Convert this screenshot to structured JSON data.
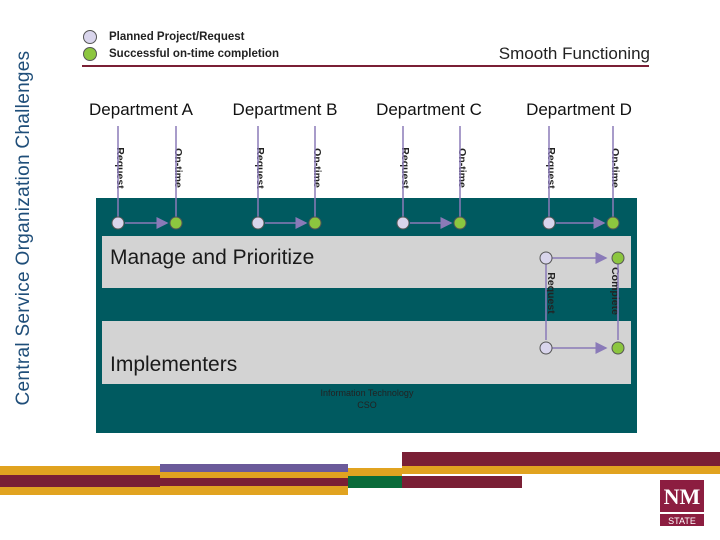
{
  "title": "Central Service Organization Challenges",
  "legend": [
    {
      "label": "Planned Project/Request",
      "color": "#d9d5ec"
    },
    {
      "label": "Successful on-time completion",
      "color": "#8cc63f"
    }
  ],
  "header_right": "Smooth Functioning",
  "departments": [
    {
      "name": "Department A",
      "request": "Request",
      "ontime": "On-time"
    },
    {
      "name": "Department B",
      "request": "Request",
      "ontime": "On-time"
    },
    {
      "name": "Department C",
      "request": "Request",
      "ontime": "On-time"
    },
    {
      "name": "Department D",
      "request": "Request",
      "ontime": "On-time"
    }
  ],
  "manage_band": {
    "label": "Manage and Prioritize",
    "request": "Request",
    "complete": "Complete"
  },
  "implementers_band": {
    "label": "Implementers",
    "line1": "Information Technology",
    "line2": "CSO"
  },
  "logo": {
    "text_top": "NM",
    "text_bottom": "STATE"
  },
  "colors": {
    "title": "#1f4e79",
    "rule": "#7a1f35",
    "panel": "#005a60",
    "band": "#d3d3d3",
    "arrow": "#8a7ab8",
    "dot_planned": "#d9d5ec",
    "dot_complete": "#8cc63f"
  }
}
